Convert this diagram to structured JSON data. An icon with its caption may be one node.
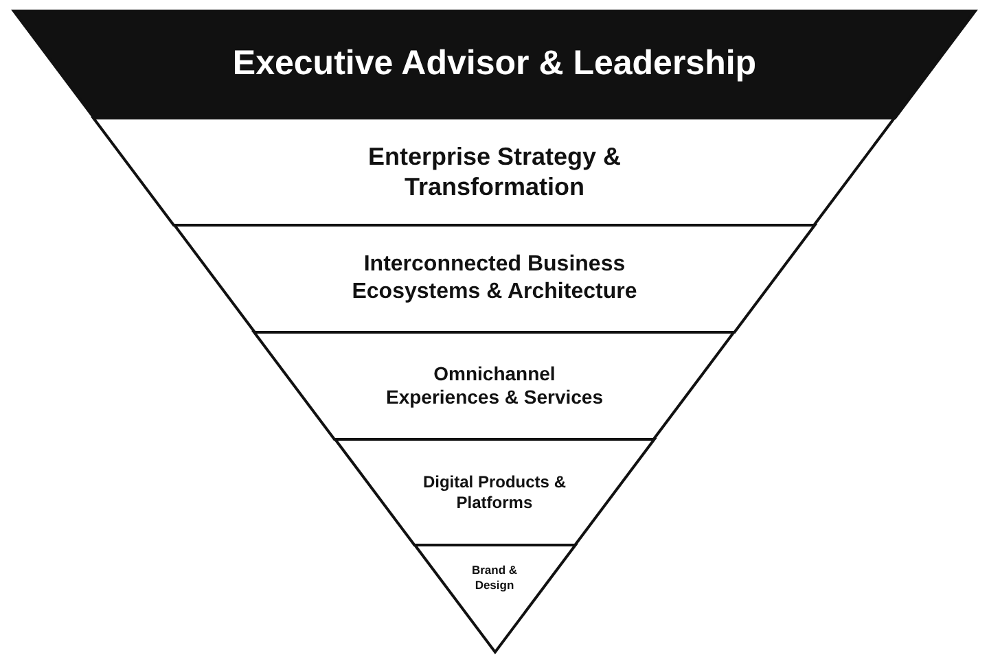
{
  "diagram": {
    "nodes": [
      {
        "text": [
          "Executive Advisor & Leadership"
        ]
      },
      {
        "text": [
          "Enterprise Strategy & Transformation"
        ]
      },
      {
        "text": [
          "Interconnected Business Ecosystems & Architecture"
        ]
      },
      {
        "text": [
          "Omnichannel Experiences & Services"
        ]
      },
      {
        "text": [
          "Digital Products & Platforms"
        ]
      },
      {
        "text": [
          "Brand & Design"
        ]
      }
    ],
    "edges": []
  }
}
